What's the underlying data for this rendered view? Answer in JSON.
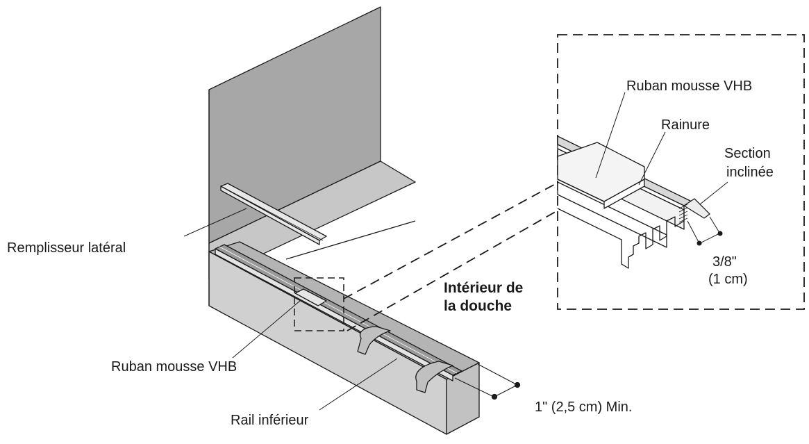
{
  "labels": {
    "remplisseur": "Remplisseur latéral",
    "ruban_main": "Ruban mousse VHB",
    "rail": "Rail inférieur",
    "min_dim": "1\" (2,5 cm) Min.",
    "interieur_line1": "Intérieur de",
    "interieur_line2": "la douche"
  },
  "detail": {
    "ruban": "Ruban mousse VHB",
    "rainure": "Rainure",
    "section_line1": "Section",
    "section_line2": "inclinée",
    "dim_line1": "3/8\"",
    "dim_line2": "(1 cm)"
  },
  "colors": {
    "wall": "#a7a7a7",
    "floor": "#c7c7c7",
    "curb_top": "#b4b4b4",
    "curb_side": "#d0d0d0",
    "line": "#1a1a1a"
  }
}
